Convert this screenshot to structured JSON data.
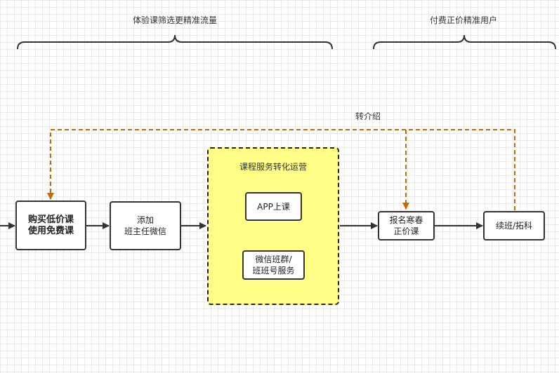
{
  "phases": {
    "trial": "体验课筛选更精准流量",
    "paid": "付费正价精准用户"
  },
  "referral_label": "转介绍",
  "nodes": {
    "buy": "购买低价课\n使用免费课",
    "add": "添加\n班主任微信",
    "ops_title": "课程服务转化运营",
    "app": "APP上课",
    "wechat": "微信班群/\n班班号服务",
    "enroll": "报名寒春\n正价课",
    "renew": "续班/拓科"
  },
  "colors": {
    "referral_line": "#cc6600",
    "ops_fill": "#ffff88",
    "stroke": "#333333"
  }
}
